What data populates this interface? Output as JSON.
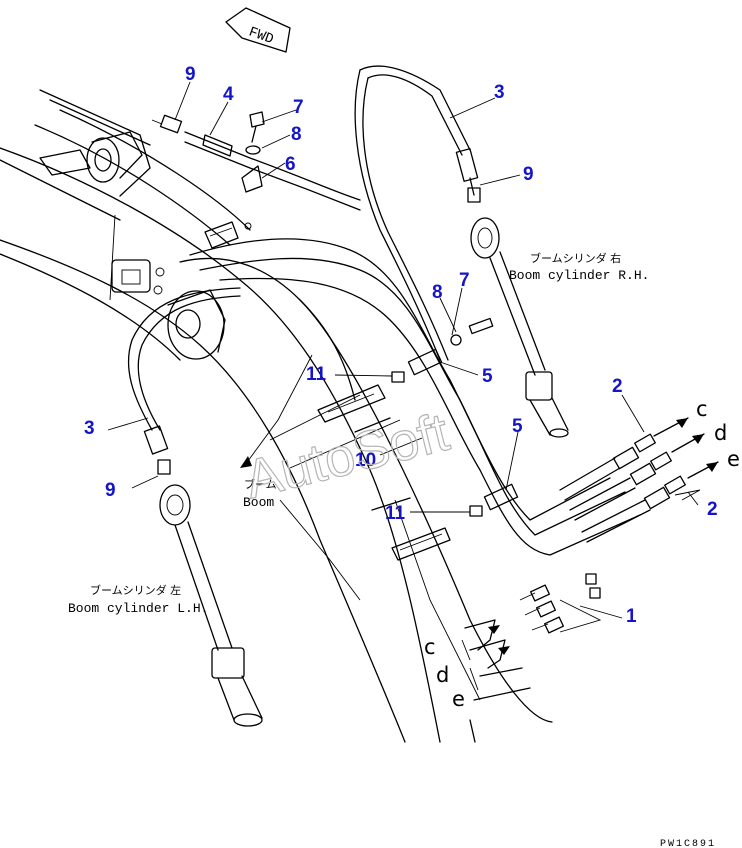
{
  "fwd": "FWD",
  "callouts": {
    "n1": "1",
    "n2a": "2",
    "n2b": "2",
    "n3a": "3",
    "n3b": "3",
    "n4": "4",
    "n5a": "5",
    "n5b": "5",
    "n6": "6",
    "n7a": "7",
    "n7b": "7",
    "n8a": "8",
    "n8b": "8",
    "n9a": "9",
    "n9b": "9",
    "n9c": "9",
    "n10": "10",
    "n11a": "11",
    "n11b": "11"
  },
  "labels": {
    "boom_jp": "ブーム",
    "boom_en": "Boom",
    "cyl_rh_jp": "ブームシリンダ 右",
    "cyl_rh_en": "Boom cylinder R.H.",
    "cyl_lh_jp": "ブームシリンダ 左",
    "cyl_lh_en": "Boom cylinder L.H."
  },
  "connection_letters": {
    "right_c": "c",
    "right_d": "d",
    "right_e": "e",
    "left_c": "c",
    "left_d": "d",
    "left_e": "e"
  },
  "watermark": "AutoSoft",
  "drawing_code": "PW1C891",
  "colors": {
    "callout": "#1414c8",
    "line": "#000000",
    "watermark": "#b4b4b4"
  }
}
